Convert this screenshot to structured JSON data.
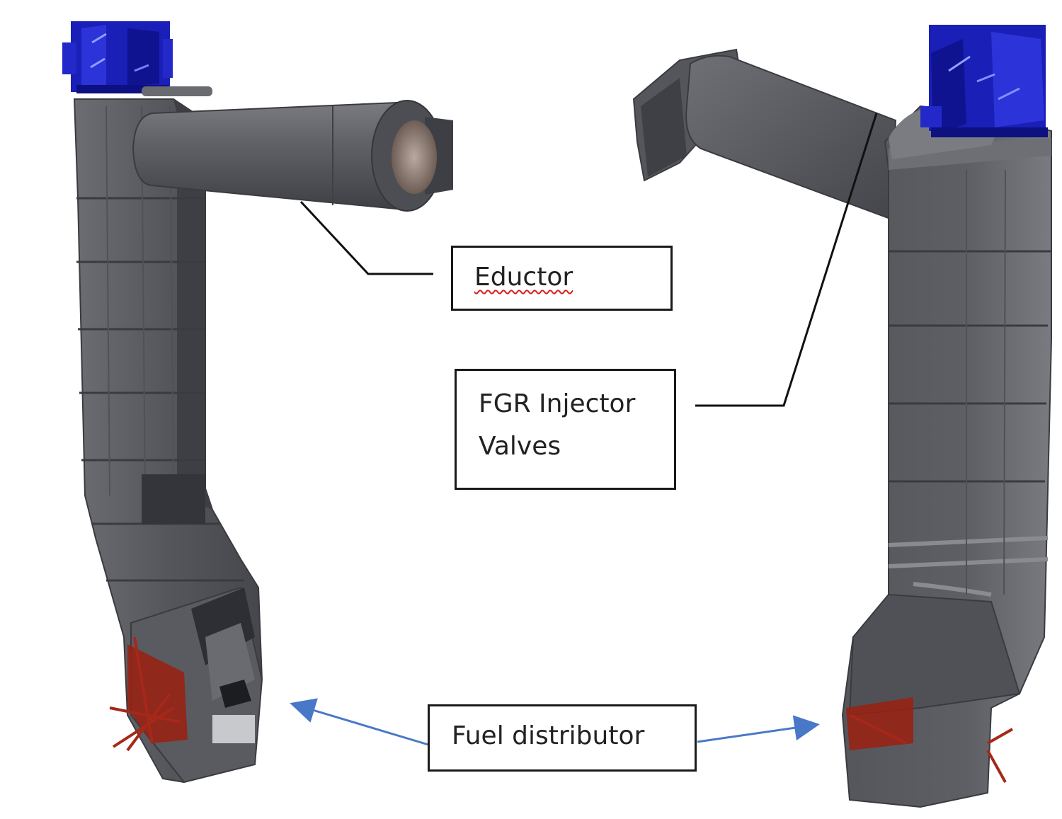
{
  "labels": {
    "eductor": "Eductor",
    "fgr_line1": "FGR Injector",
    "fgr_line2": "Valves",
    "fuel": "Fuel distributor"
  },
  "colors": {
    "duct_dark": "#4a4b50",
    "duct_mid": "#5c5d62",
    "duct_light": "#76777c",
    "fan_blue": "#1a1fb8",
    "fan_blue_dark": "#0d1080",
    "distributor_red": "#9a2010",
    "arrow_blue": "#4a78c8",
    "leader": "#111111"
  },
  "icons": [
    "left-duct-assembly",
    "right-duct-assembly",
    "left-fan-unit",
    "right-fan-unit",
    "eductor-pipe"
  ]
}
